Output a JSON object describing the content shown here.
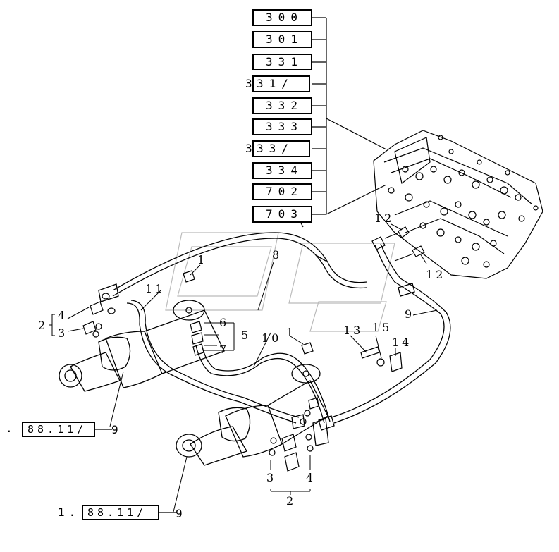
{
  "ref_boxes": [
    {
      "code": "300"
    },
    {
      "code": "301"
    },
    {
      "code": "331"
    },
    {
      "code": "31/",
      "prefix": "3"
    },
    {
      "code": "332"
    },
    {
      "code": "333"
    },
    {
      "code": "33/",
      "prefix": "3"
    },
    {
      "code": "334"
    },
    {
      "code": "702"
    },
    {
      "code": "703"
    }
  ],
  "bottom_refs": [
    {
      "prefix": ".",
      "code": "88.11/",
      "suffix": "9"
    },
    {
      "prefix": "1.",
      "code": "88.11/",
      "suffix": "9"
    }
  ],
  "callouts": {
    "c1a": "1",
    "c1b": "1",
    "c2a": "2",
    "c2b": "2",
    "c3a": "3",
    "c3b": "3",
    "c4a": "4",
    "c4b": "4",
    "c5": "5",
    "c6": "6",
    "c7": "7",
    "c8": "8",
    "c9a": "9",
    "c10": "10",
    "c11": "11",
    "c12a": "12",
    "c12b": "12",
    "c13": "13",
    "c14": "14",
    "c15": "15"
  }
}
